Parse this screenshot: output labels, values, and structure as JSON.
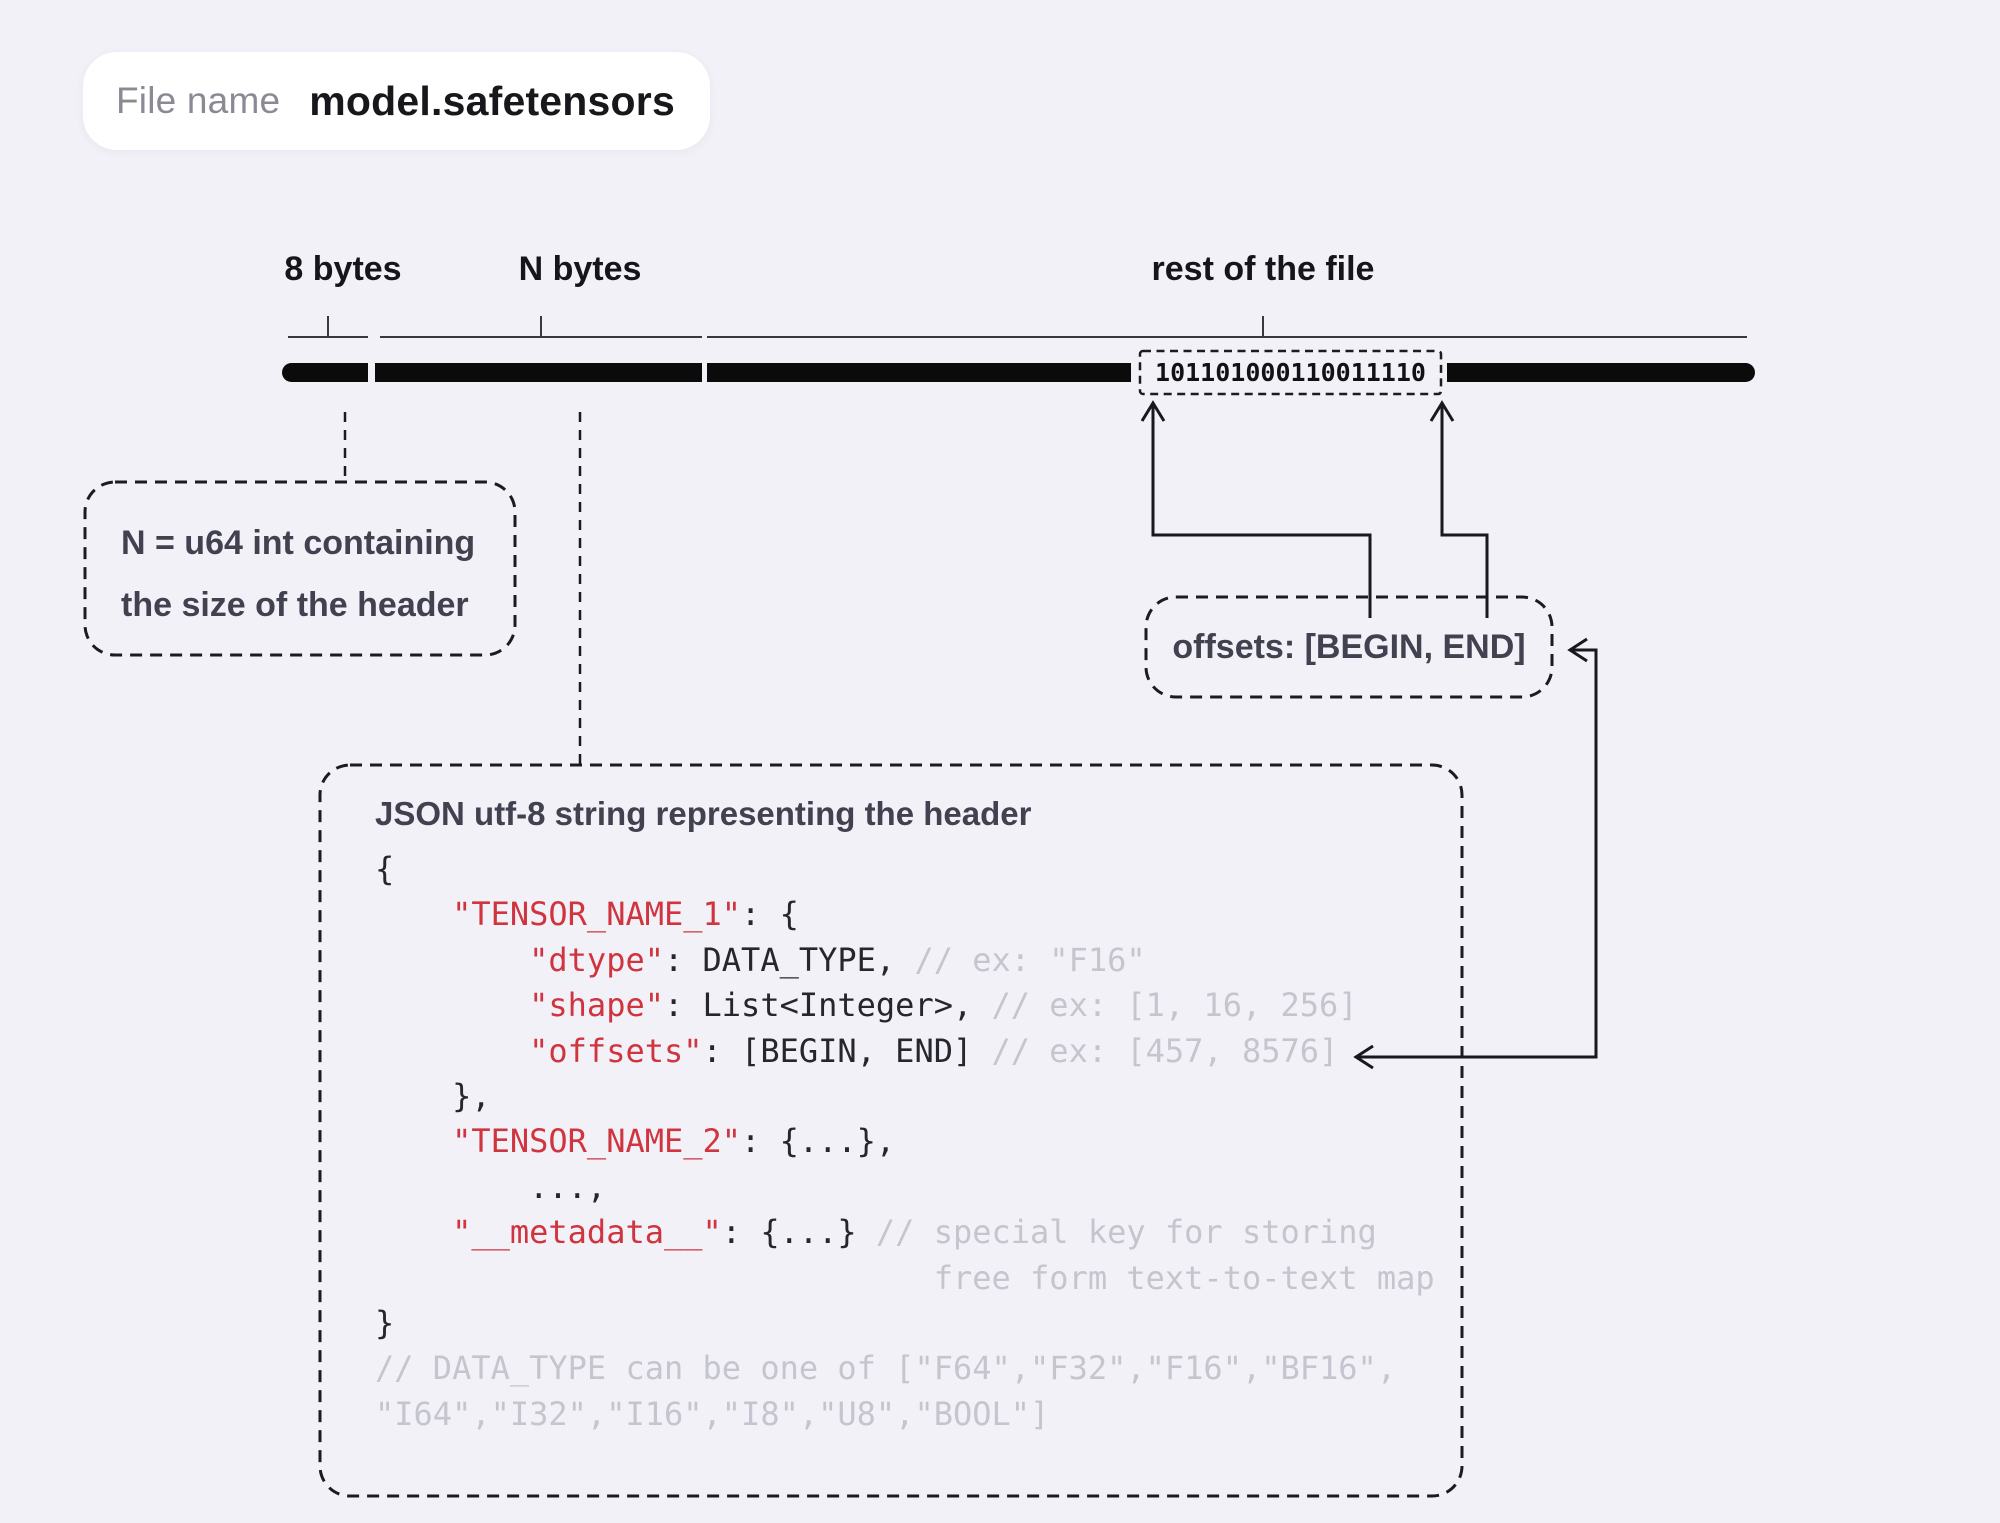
{
  "file_pill": {
    "label": "File name",
    "value": "model.safetensors"
  },
  "bar": {
    "label_8bytes": "8 bytes",
    "label_nbytes": "N bytes",
    "label_rest": "rest of the file",
    "binary": "101101000110011110"
  },
  "annotations": {
    "n_note_line1": "N = u64 int containing",
    "n_note_line2": "the size of the header",
    "offsets_note": "offsets: [BEGIN, END]"
  },
  "json_box": {
    "title": "JSON utf-8 string representing the header",
    "code": [
      [
        [
          "d",
          "{"
        ]
      ],
      [
        [
          "d",
          "    "
        ],
        [
          "r",
          "\"TENSOR_NAME_1\""
        ],
        [
          "d",
          ": {"
        ]
      ],
      [
        [
          "d",
          "        "
        ],
        [
          "r",
          "\"dtype\""
        ],
        [
          "d",
          ": DATA_TYPE, "
        ],
        [
          "g",
          "// ex: \"F16\""
        ]
      ],
      [
        [
          "d",
          "        "
        ],
        [
          "r",
          "\"shape\""
        ],
        [
          "d",
          ": List<Integer>, "
        ],
        [
          "g",
          "// ex: [1, 16, 256]"
        ]
      ],
      [
        [
          "d",
          "        "
        ],
        [
          "r",
          "\"offsets\""
        ],
        [
          "d",
          ": [BEGIN, END] "
        ],
        [
          "g",
          "// ex: [457, 8576]"
        ]
      ],
      [
        [
          "d",
          "    },"
        ]
      ],
      [
        [
          "d",
          "    "
        ],
        [
          "r",
          "\"TENSOR_NAME_2\""
        ],
        [
          "d",
          ": {...},"
        ]
      ],
      [
        [
          "d",
          "        ...,"
        ]
      ],
      [
        [
          "d",
          "    "
        ],
        [
          "r",
          "\"__metadata__\""
        ],
        [
          "d",
          ": {...} "
        ],
        [
          "g",
          "// special key for storing"
        ]
      ],
      [
        [
          "g",
          "                             free form text-to-text map"
        ]
      ],
      [
        [
          "d",
          "}"
        ]
      ],
      [
        [
          "g",
          "// DATA_TYPE can be one of [\"F64\",\"F32\",\"F16\",\"BF16\","
        ]
      ],
      [
        [
          "g",
          "\"I64\",\"I32\",\"I16\",\"I8\",\"U8\",\"BOOL\"]"
        ]
      ]
    ]
  },
  "colors": {
    "bg": "#f2f1f8",
    "bar": "#0b0b0c",
    "ink": "#15151a",
    "note": "#414150",
    "red": "#d0353f",
    "code_dark": "#26262e",
    "code_gray": "#c5c5cf",
    "line": "#1b1b20"
  }
}
